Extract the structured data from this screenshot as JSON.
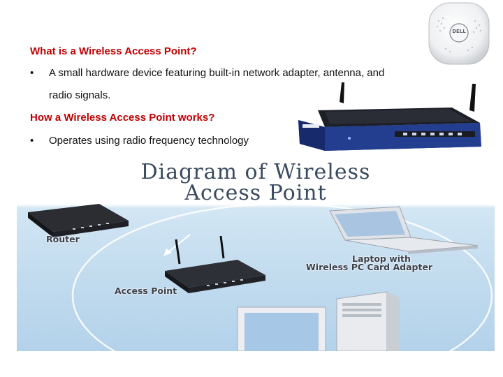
{
  "slide": {
    "heading1": "What is a Wireless Access Point?",
    "bullet1_marker": "•",
    "bullet1_line1": "A small hardware device featuring built-in network adapter, antenna, and",
    "bullet1_line2": "radio signals.",
    "heading2": "How a Wireless Access Point works?",
    "bullet2_marker": "•",
    "bullet2_text": "Operates using radio frequency technology"
  },
  "images": {
    "ceiling_ap": {
      "icon": "dell-ceiling-access-point-icon",
      "brand": "DELL"
    },
    "router": {
      "icon": "linksys-wireless-router-icon"
    }
  },
  "diagram": {
    "title_line1": "Diagram of Wireless",
    "title_line2": "Access Point",
    "labels": {
      "router": "Router",
      "access_point": "Access Point",
      "laptop_line1": "Laptop with",
      "laptop_line2": "Wireless PC Card Adapter"
    }
  },
  "colors": {
    "heading": "#c00000",
    "diagram_bg": "#c4ddef",
    "router_blue": "#1f3f9a"
  }
}
